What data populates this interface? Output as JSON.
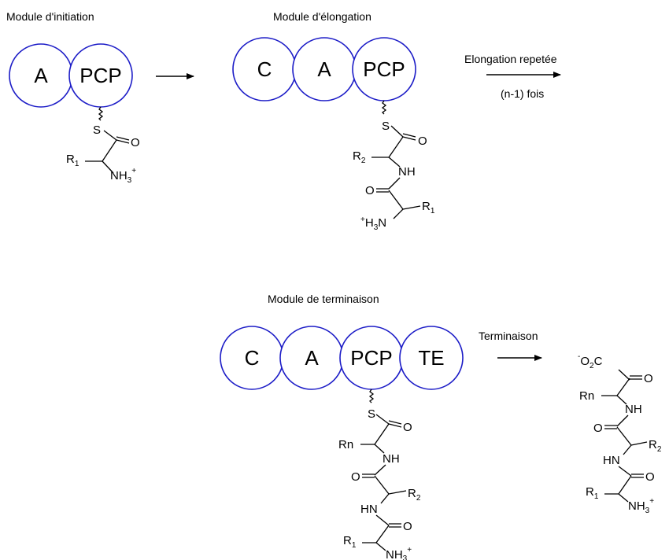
{
  "modules": {
    "initiation": {
      "title": "Module d'initiation",
      "domains": [
        "A",
        "PCP"
      ]
    },
    "elongation": {
      "title": "Module d'élongation",
      "domains": [
        "C",
        "A",
        "PCP"
      ]
    },
    "termination": {
      "title": "Module de terminaison",
      "domains": [
        "C",
        "A",
        "PCP",
        "TE"
      ]
    }
  },
  "arrows": {
    "elongation_label": "Elongation repetée",
    "elongation_count": "(n-1) fois",
    "termination_label": "Terminaison"
  },
  "atoms": {
    "S": "S",
    "O": "O",
    "NH": "NH",
    "HN": "HN",
    "N": "N",
    "C": "C",
    "R": "R",
    "Rn": "Rn",
    "H": "H",
    "H3": "H3",
    "one": "1",
    "two": "2",
    "three": "3",
    "plus": "+",
    "minus": "-",
    "NH3": "NH",
    "O2": "O",
    "two_sub": "2"
  },
  "colors": {
    "domain_outline": "#1d1dc7",
    "bonds": "#000000"
  }
}
